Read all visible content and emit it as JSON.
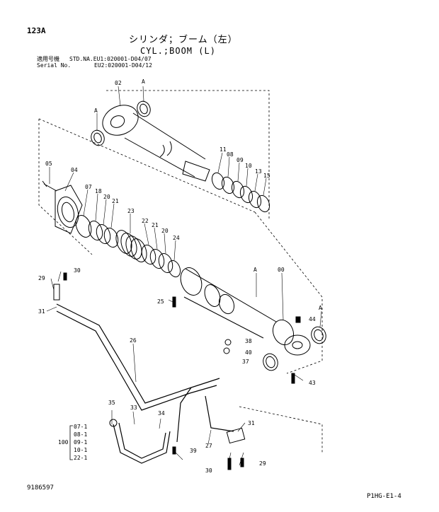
{
  "header": {
    "code": "123A",
    "title_jp": "シリンダ；ブーム（左）",
    "title_en": "CYL.;BOOM (L)",
    "applicable_label": "適用号機",
    "serial_label": "Serial No.",
    "serial_line1": "STD.NA.EU1:020001-D04/07",
    "serial_line2": "EU2:020001-D04/12"
  },
  "callouts": {
    "c02": "02",
    "cA1": "A",
    "cA2": "A",
    "cA3": "A",
    "cA4": "A",
    "c11": "11",
    "c08": "08",
    "c09": "09",
    "c10": "10",
    "c13": "13",
    "c15": "15",
    "c05": "05",
    "c04": "04",
    "c07": "07",
    "c18": "18",
    "c20a": "20",
    "c21a": "21",
    "c23": "23",
    "c22": "22",
    "c21b": "21",
    "c20b": "20",
    "c24": "24",
    "c29a": "29",
    "c30a": "30",
    "c31a": "31",
    "c25": "25",
    "c00": "00",
    "c44": "44",
    "c26": "26",
    "c38": "38",
    "c40": "40",
    "c37": "37",
    "c43": "43",
    "c35": "35",
    "c33": "33",
    "c34": "34",
    "c31b": "31",
    "c27": "27",
    "c39": "39",
    "c30b": "30",
    "c29b": "29"
  },
  "kit": {
    "number": "100",
    "items": [
      "07-1",
      "08-1",
      "09-1",
      "10-1",
      "22-1"
    ]
  },
  "footer": {
    "drawing_no": "9186597",
    "page_ref": "P1HG-E1-4"
  }
}
